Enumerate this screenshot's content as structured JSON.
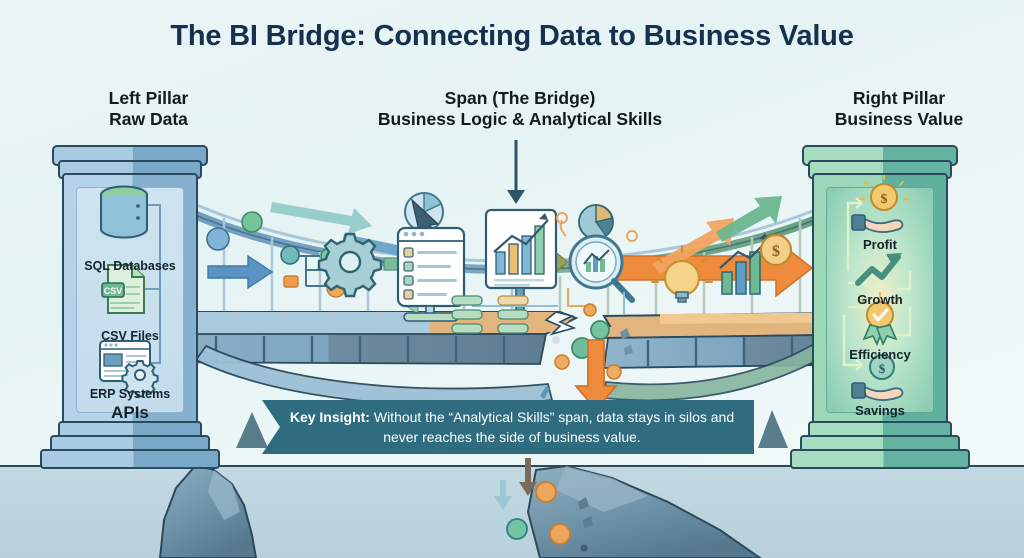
{
  "title": "The BI Bridge: Connecting Data to Business Value",
  "columns": {
    "left": {
      "line1": "Left Pillar",
      "line2": "Raw Data"
    },
    "span": {
      "line1": "Span (The Bridge)",
      "line2": "Business Logic & Analytical Skills"
    },
    "right": {
      "line1": "Right Pillar",
      "line2": "Business Value"
    }
  },
  "left_pillar": {
    "items": [
      {
        "label": "SQL Databases",
        "icon": "database-icon"
      },
      {
        "label": "CSV Files",
        "icon": "csv-file-icon",
        "badge": "CSV"
      },
      {
        "label": "ERP Systems",
        "icon": "erp-window-gear-icon"
      },
      {
        "label": "APIs",
        "icon": "api-label",
        "emphasis": true
      }
    ]
  },
  "right_pillar": {
    "items": [
      {
        "label": "Profit",
        "icon": "hand-coin-icon"
      },
      {
        "label": "Growth",
        "icon": "growth-arrow-icon"
      },
      {
        "label": "Efficiency",
        "icon": "award-check-icon"
      },
      {
        "label": "Savings",
        "icon": "hand-savings-icon"
      }
    ]
  },
  "span_icons": [
    "pie-chart-cursor-icon",
    "data-list-window-icon",
    "gear-icon",
    "node-network-icon",
    "bar-chart-trend-icon",
    "pie-chart-icon",
    "magnifier-chart-icon",
    "lightbulb-icon",
    "bar-chart-icon",
    "dollar-coin-icon"
  ],
  "banner": {
    "lead": "Key Insight:",
    "text": " Without the “Analytical Skills” span, data stays in silos and never reaches the side of business value."
  },
  "colors": {
    "background": "#e8f4f4",
    "title": "#15314f",
    "banner_bg": "#2f6c80",
    "banner_text": "#ffffff",
    "pillar_left": "#a8cbe3",
    "pillar_right": "#8ed0b3",
    "accent_orange": "#ef8b3c",
    "accent_green": "#6fb894",
    "accent_blue": "#4f8fbd",
    "outline": "#2a4b5e",
    "ground": "#c3d9e2"
  }
}
